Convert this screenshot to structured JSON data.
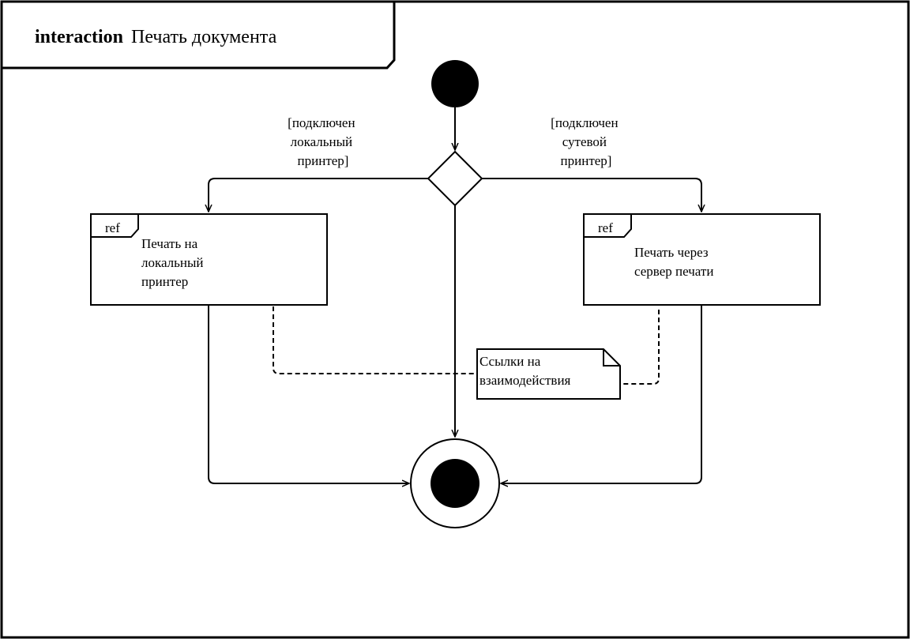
{
  "frame": {
    "keyword": "interaction",
    "name": "Печать документа"
  },
  "guards": {
    "left": [
      "[подключен",
      "локальный",
      "принтер]"
    ],
    "right": [
      "[подключен",
      "сутевой",
      "принтер]"
    ]
  },
  "refs": {
    "left": {
      "keyword": "ref",
      "lines": [
        "Печать на",
        "локальный",
        "принтер"
      ]
    },
    "right": {
      "keyword": "ref",
      "lines": [
        "Печать через",
        "сервер печати"
      ]
    }
  },
  "note": {
    "lines": [
      "Ссылки на",
      "взаимодействия"
    ]
  }
}
